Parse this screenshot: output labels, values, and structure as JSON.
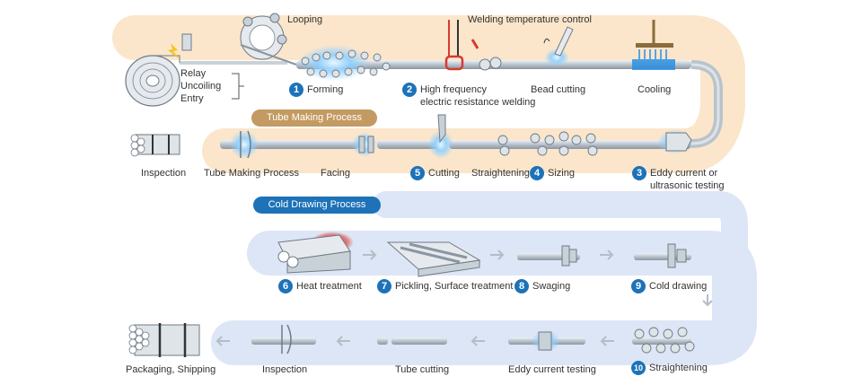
{
  "colors": {
    "tube_band": "#fbe6cc",
    "drawing_band": "#dde6f6",
    "tube_process_pill": "#c39a62",
    "drawing_process_pill": "#1d72b8",
    "step_number": "#1d72b8",
    "pipe": "#a9b4be",
    "glow": "#8fd0ff",
    "heat": "#e0302e"
  },
  "pills": {
    "tube_making": "Tube Making Process",
    "cold_drawing": "Cold Drawing Process"
  },
  "labels": {
    "looping": "Looping",
    "welding_temperature_control": "Welding temperature control",
    "relay": "Relay",
    "uncoiling": "Uncoiling",
    "entry": "Entry",
    "bead_cutting": "Bead cutting",
    "cooling": "Cooling",
    "inspection_top": "Inspection",
    "tube_making_process_row": "Tube Making Process",
    "facing": "Facing",
    "straightening_top": "Straightening",
    "packaging_shipping": "Packaging, Shipping",
    "inspection_bottom": "Inspection",
    "tube_cutting": "Tube cutting",
    "eddy_current_testing": "Eddy current testing"
  },
  "steps": [
    {
      "num": "1",
      "text": "Forming"
    },
    {
      "num": "2",
      "text": "High frequency\nelectric resistance welding"
    },
    {
      "num": "3",
      "text": "Eddy current or\nultrasonic testing"
    },
    {
      "num": "4",
      "text": "Sizing"
    },
    {
      "num": "5",
      "text": "Cutting"
    },
    {
      "num": "6",
      "text": "Heat treatment"
    },
    {
      "num": "7",
      "text": "Pickling, Surface treatment"
    },
    {
      "num": "8",
      "text": "Swaging"
    },
    {
      "num": "9",
      "text": "Cold drawing"
    },
    {
      "num": "10",
      "text": "Straightening"
    }
  ],
  "icons": {
    "coil": "steel-coil-icon",
    "relay": "lightning-relay-icon",
    "looping": "looping-roller-icon",
    "forming": "forming-rollers-icon",
    "welding": "induction-coil-icon",
    "bead_cutting": "bead-cutter-icon",
    "cooling": "cooling-shower-icon",
    "eddy": "eddy-probe-icon",
    "sizing": "sizing-rollers-icon",
    "cutting": "cutting-blade-icon",
    "facing": "facing-tool-icon",
    "inspection": "inspection-gauge-icon",
    "bundle": "tube-bundle-icon",
    "furnace": "furnace-icon",
    "pickling": "pickling-tank-icon",
    "swaging": "swaging-die-icon",
    "cold_drawing": "drawing-die-icon",
    "straightener": "straightener-rollers-icon",
    "arrow": "arrow-left-icon"
  }
}
